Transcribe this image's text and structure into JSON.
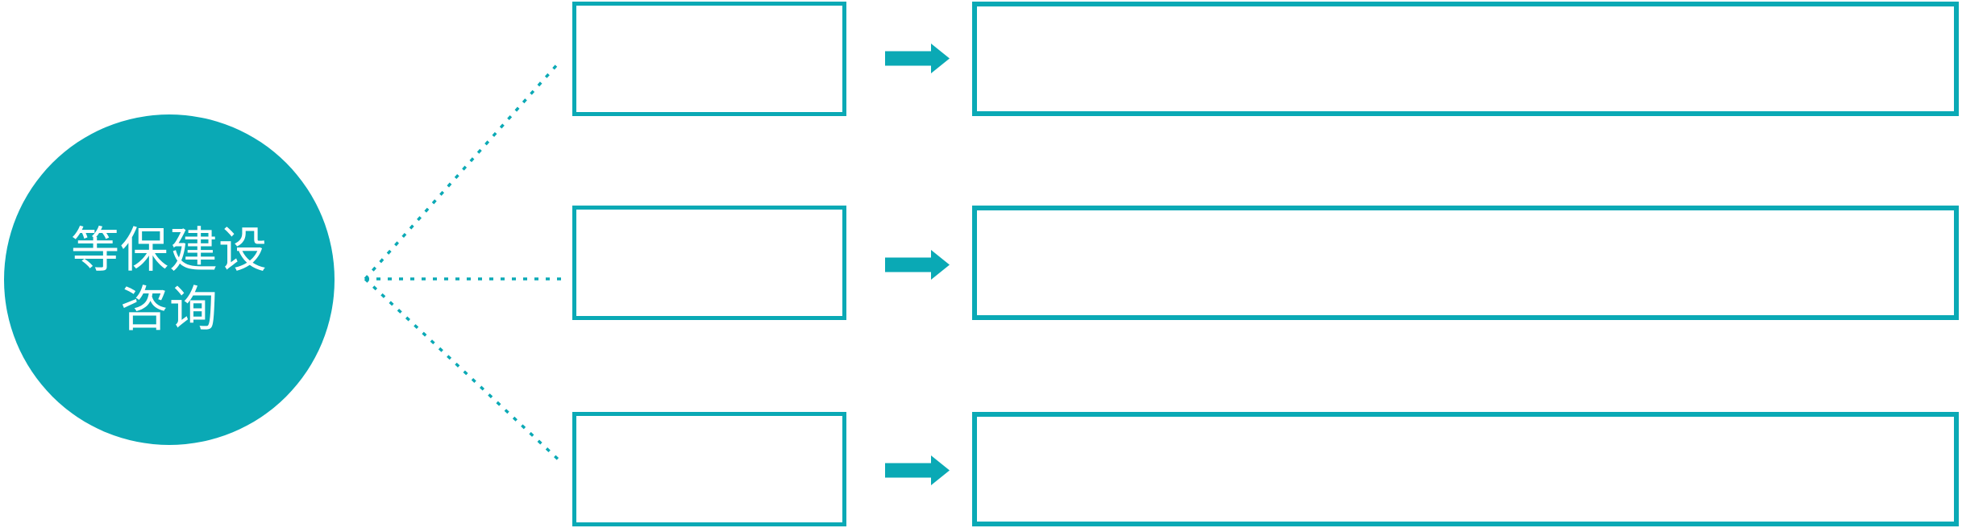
{
  "hub": {
    "label_line1": "等保建设",
    "label_line2": "咨询"
  },
  "rows": [
    {
      "small_box_label": "",
      "big_box_label": ""
    },
    {
      "small_box_label": "",
      "big_box_label": ""
    },
    {
      "small_box_label": "",
      "big_box_label": ""
    }
  ],
  "icons": {
    "arrow_right": "solid right-pointing block arrow",
    "dotted_connector": "dashed line"
  },
  "colors": {
    "accent": "#0AA9B5",
    "canvas_background": "#FFFFFF",
    "hub_text": "#FFFFFF"
  }
}
